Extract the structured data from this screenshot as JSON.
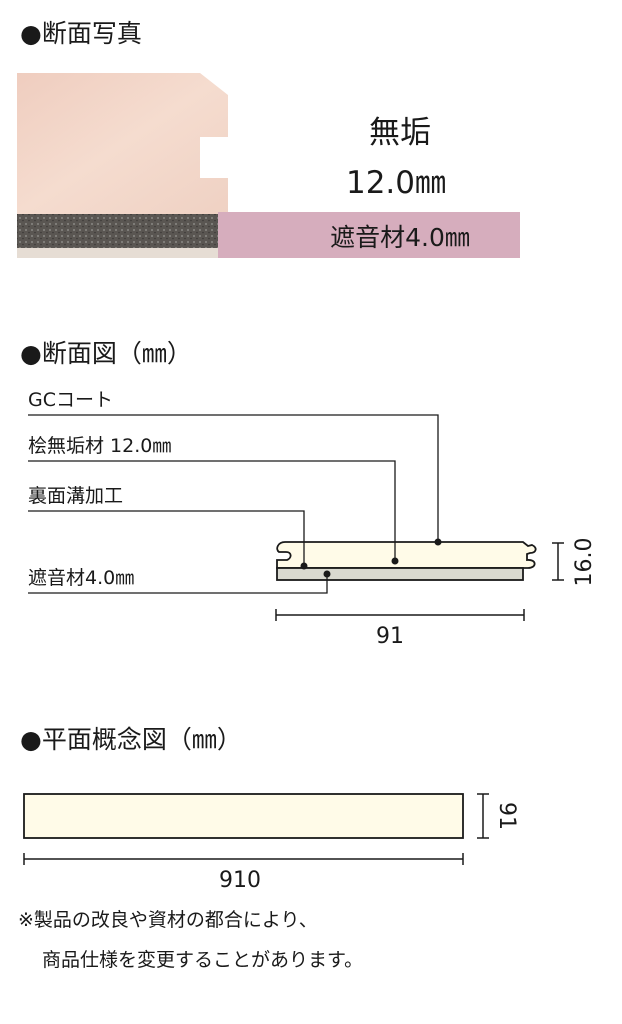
{
  "sections": {
    "photo": {
      "title": "●断面写真",
      "material": "無垢",
      "thickness": "12.0㎜",
      "underlay": "遮音材4.0㎜"
    },
    "cross_section": {
      "title": "●断面図（㎜）",
      "labels": [
        "GCコート",
        "桧無垢材 12.0㎜",
        "裏面溝加工",
        "遮音材4.0㎜"
      ],
      "height_dim": "16.0",
      "width_dim": "91"
    },
    "plan": {
      "title": "●平面概念図（㎜）",
      "width_dim": "91",
      "length_dim": "910"
    }
  },
  "notes": [
    "※製品の改良や資材の都合により、",
    "商品仕様を変更することがあります。"
  ],
  "colors": {
    "wood": "#f2d5c8",
    "foam": "#5a5652",
    "underlay_label_bg": "#d6adbd",
    "board": "#fffbe8",
    "underlay": "#d9d9d0"
  }
}
